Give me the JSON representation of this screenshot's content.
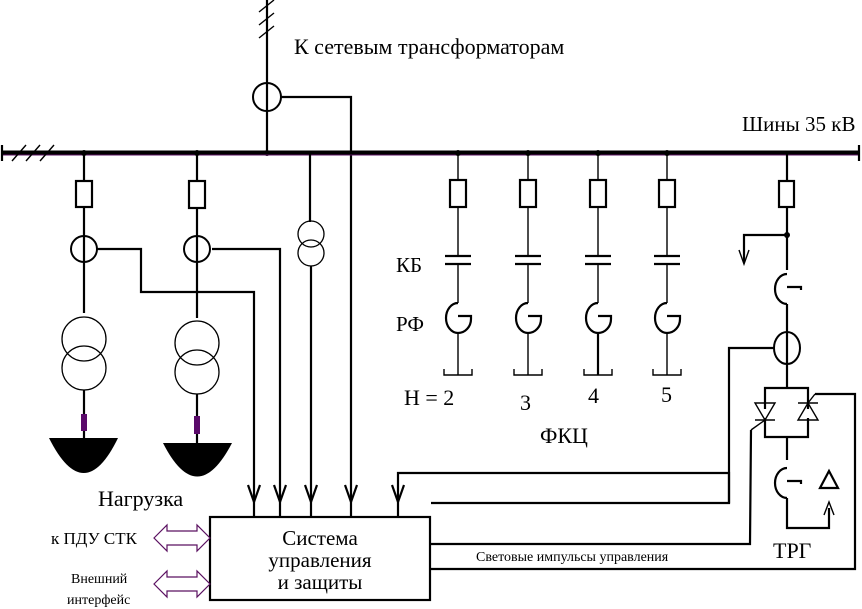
{
  "diagram": {
    "title_feed": "К  сетевым трансформаторам",
    "bus_label": "Шины 35 кВ",
    "capacitor_label": "КБ",
    "reactor_label": "РФ",
    "filter_group_label": "ФКЦ",
    "harmonics": [
      "Н = 2",
      "3",
      "4",
      "5"
    ],
    "load_label": "Нагрузка",
    "control_system": {
      "line1": "Система",
      "line2": "управления",
      "line3": "и защиты"
    },
    "left_links": {
      "pdu": "к ПДУ СТК",
      "ext1": "Внешний",
      "ext2": "интерфейс"
    },
    "light_pulses_label": "Световые импульсы управления",
    "trg_label": "ТРГ",
    "colors": {
      "line": "#000000",
      "accent": "#5a1060",
      "fuse": "#5a0a6a"
    }
  }
}
